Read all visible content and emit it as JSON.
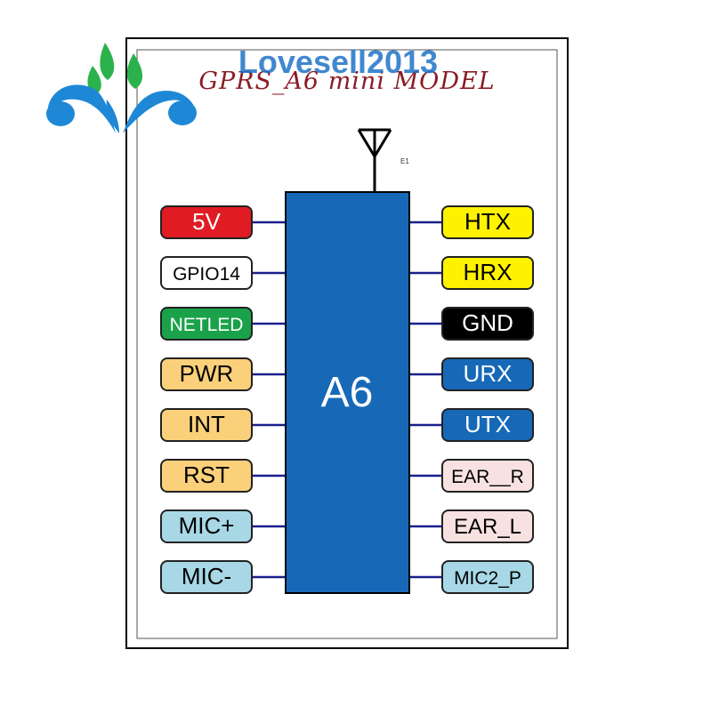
{
  "watermark": {
    "text": "Lovesell2013",
    "color": "#1e73c8"
  },
  "title": "GPRS_A6 mini MODEL",
  "antenna": {
    "label": "E1"
  },
  "chip": {
    "label": "A6",
    "fill": "#1769b8"
  },
  "pins_left": [
    {
      "label": "5V",
      "fill": "#e01b24",
      "text_color": "#ffffff"
    },
    {
      "label": "GPIO14",
      "fill": "#ffffff",
      "text_color": "#000000"
    },
    {
      "label": "NETLED",
      "fill": "#1aa24a",
      "text_color": "#ffffff"
    },
    {
      "label": "PWR",
      "fill": "#fad07a",
      "text_color": "#000000"
    },
    {
      "label": "INT",
      "fill": "#fad07a",
      "text_color": "#000000"
    },
    {
      "label": "RST",
      "fill": "#fad07a",
      "text_color": "#000000"
    },
    {
      "label": "MIC+",
      "fill": "#a8d8e6",
      "text_color": "#000000"
    },
    {
      "label": "MIC-",
      "fill": "#a8d8e6",
      "text_color": "#000000"
    }
  ],
  "pins_right": [
    {
      "label": "HTX",
      "fill": "#fff200",
      "text_color": "#000000"
    },
    {
      "label": "HRX",
      "fill": "#fff200",
      "text_color": "#000000"
    },
    {
      "label": "GND",
      "fill": "#000000",
      "text_color": "#ffffff"
    },
    {
      "label": "URX",
      "fill": "#1769b8",
      "text_color": "#ffffff"
    },
    {
      "label": "UTX",
      "fill": "#1769b8",
      "text_color": "#ffffff"
    },
    {
      "label": "EAR__R",
      "fill": "#f7e1e1",
      "text_color": "#000000"
    },
    {
      "label": "EAR_L",
      "fill": "#f7e1e1",
      "text_color": "#000000"
    },
    {
      "label": "MIC2_P",
      "fill": "#a8d8e6",
      "text_color": "#000000"
    }
  ]
}
